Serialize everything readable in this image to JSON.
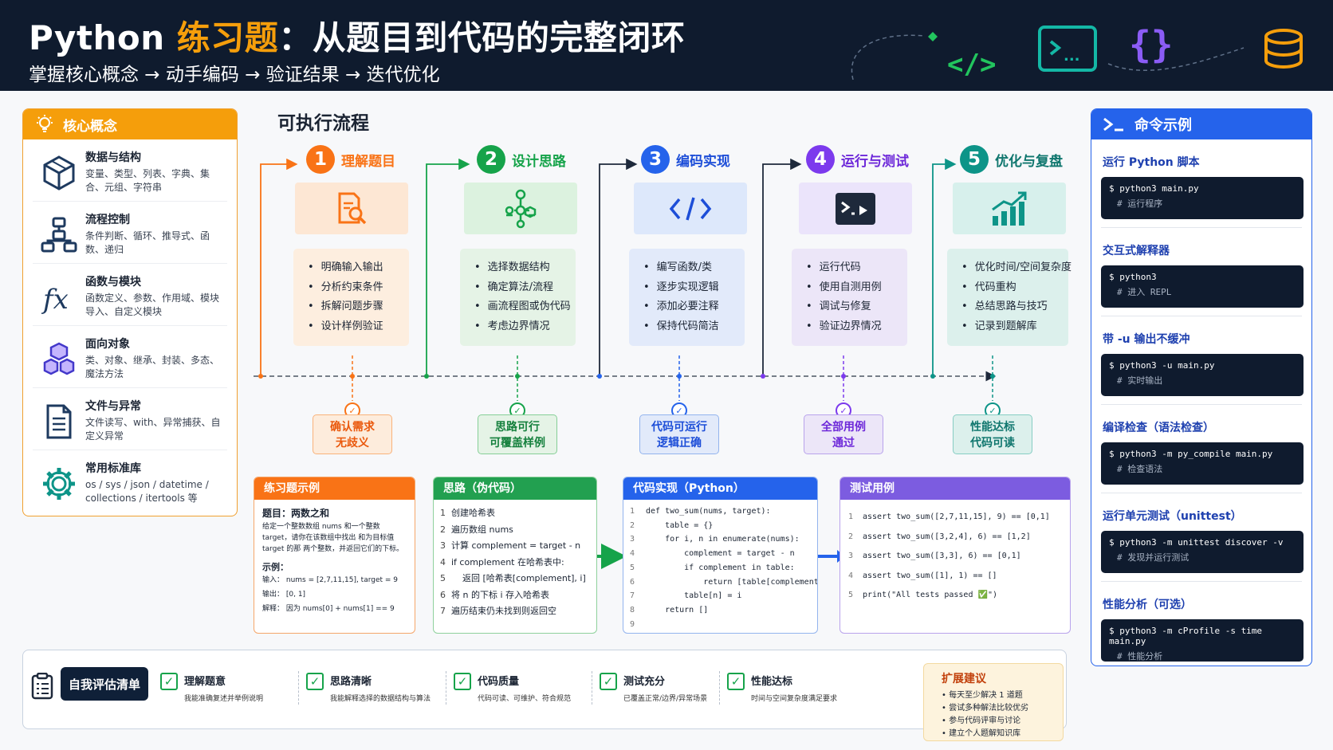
{
  "header": {
    "title_prefix": "Python ",
    "title_accent": "练习题",
    "title_rest": "：从题目到代码的完整闭环",
    "subtitle": "掌握核心概念 → 动手编码 → 验证结果 → 迭代优化"
  },
  "core": {
    "title": "核心概念",
    "items": [
      {
        "title": "数据与结构",
        "desc": "变量、类型、列表、字典、集合、元组、字符串",
        "icon": "cube-icon"
      },
      {
        "title": "流程控制",
        "desc": "条件判断、循环、推导式、函数、递归",
        "icon": "flowchart-icon"
      },
      {
        "title": "函数与模块",
        "desc": "函数定义、参数、作用域、模块导入、自定义模块",
        "icon": "fx-icon"
      },
      {
        "title": "面向对象",
        "desc": "类、对象、继承、封装、多态、魔法方法",
        "icon": "objects-icon"
      },
      {
        "title": "文件与异常",
        "desc": "文件读写、with、异常捕获、自定义异常",
        "icon": "document-icon"
      },
      {
        "title": "常用标准库",
        "desc": "os / sys / json / datetime / collections / itertools 等",
        "icon": "gear-icon"
      }
    ]
  },
  "flow": {
    "title": "可执行流程",
    "steps": [
      {
        "num": "1",
        "title": "理解题目",
        "color": "#f97316",
        "icon": "search-document-icon",
        "bullets": [
          "明确输入输出",
          "分析约束条件",
          "拆解问题步骤",
          "设计样例验证"
        ],
        "check": "确认需求\n无歧义",
        "check_lines": [
          "确认需求",
          "无歧义"
        ]
      },
      {
        "num": "2",
        "title": "设计思路",
        "color": "#16a34a",
        "icon": "structure-icon",
        "bullets": [
          "选择数据结构",
          "确定算法/流程",
          "画流程图或伪代码",
          "考虑边界情况"
        ],
        "check_lines": [
          "思路可行",
          "可覆盖样例"
        ]
      },
      {
        "num": "3",
        "title": "编码实现",
        "color": "#2563eb",
        "icon": "code-icon",
        "bullets": [
          "编写函数/类",
          "逐步实现逻辑",
          "添加必要注释",
          "保持代码简洁"
        ],
        "check_lines": [
          "代码可运行",
          "逻辑正确"
        ]
      },
      {
        "num": "4",
        "title": "运行与测试",
        "color": "#7c3aed",
        "icon": "terminal-icon",
        "bullets": [
          "运行代码",
          "使用自测用例",
          "调试与修复",
          "验证边界情况"
        ],
        "check_lines": [
          "全部用例",
          "通过"
        ]
      },
      {
        "num": "5",
        "title": "优化与复盘",
        "color": "#0d9488",
        "icon": "chart-up-icon",
        "bullets": [
          "优化时间/空间复杂度",
          "代码重构",
          "总结思路与技巧",
          "记录到题解库"
        ],
        "check_lines": [
          "性能达标",
          "代码可读"
        ]
      }
    ]
  },
  "example": {
    "title": "练习题示例",
    "problem_label": "题目：两数之和",
    "problem_desc": "给定一个整数数组 nums 和一个整数 target，请你在该数组中找出 和为目标值 target 的那 两个整数，并返回它们的下标。",
    "example_label": "示例：",
    "input": "输入：  nums = [2,7,11,15], target = 9",
    "output": "输出：  [0, 1]",
    "explain": "解释：  因为 nums[0] + nums[1] == 9"
  },
  "pseudo": {
    "title": "思路（伪代码）",
    "lines": [
      "创建哈希表",
      "遍历数组 nums",
      "计算 complement = target - n",
      "if complement 在哈希表中:",
      "    返回 [哈希表[complement], i]",
      "将 n 的下标 i 存入哈希表",
      "遍历结束仍未找到则返回空"
    ]
  },
  "code": {
    "title": "代码实现（Python）",
    "lines": [
      "def two_sum(nums, target):",
      "    table = {}",
      "    for i, n in enumerate(nums):",
      "        complement = target - n",
      "        if complement in table:",
      "            return [table[complement], i]",
      "        table[n] = i",
      "    return []",
      ""
    ]
  },
  "tests": {
    "title": "测试用例",
    "lines": [
      "assert two_sum([2,7,11,15], 9) == [0,1]",
      "assert two_sum([3,2,4], 6) == [1,2]",
      "assert two_sum([3,3], 6) == [0,1]",
      "assert two_sum([1], 1) == []",
      "print(\"All tests passed ✅\")"
    ],
    "numbers": [
      "1",
      "2",
      "3",
      "4",
      "5"
    ]
  },
  "checklist": {
    "button": "自我评估清单",
    "items": [
      {
        "title": "理解题意",
        "desc": "我能准确复述并举例说明"
      },
      {
        "title": "思路清晰",
        "desc": "我能解释选择的数据结构与算法"
      },
      {
        "title": "代码质量",
        "desc": "代码可读、可维护、符合规范"
      },
      {
        "title": "测试充分",
        "desc": "已覆盖正常/边界/异常场景"
      },
      {
        "title": "性能达标",
        "desc": "时间与空间复杂度满足要求"
      }
    ]
  },
  "extension": {
    "title": "扩展建议",
    "items": [
      "• 每天至少解决 1 道题",
      "• 尝试多种解法比较优劣",
      "• 参与代码评审与讨论",
      "• 建立个人题解知识库"
    ]
  },
  "commands": {
    "title": "命令示例",
    "items": [
      {
        "title": "运行 Python 脚本",
        "cmd": "$ python3 main.py",
        "comment": "# 运行程序"
      },
      {
        "title": "交互式解释器",
        "cmd": "$ python3",
        "comment": "# 进入 REPL"
      },
      {
        "title": "带 -u 输出不缓冲",
        "cmd": "$ python3 -u main.py",
        "comment": "# 实时输出"
      },
      {
        "title": "编译检查（语法检查）",
        "cmd": "$ python3 -m py_compile main.py",
        "comment": "# 检查语法"
      },
      {
        "title": "运行单元测试（unittest）",
        "cmd": "$ python3 -m unittest discover -v",
        "comment": "# 发现并运行测试"
      },
      {
        "title": "性能分析（可选）",
        "cmd": "$ python3 -m cProfile -s time main.py",
        "comment": "# 性能分析"
      }
    ]
  },
  "colors": {
    "orange": "#f59e0b",
    "green": "#16a34a",
    "blue": "#2563eb",
    "purple": "#7c3aed",
    "teal": "#0d9488",
    "navy": "#0f1b2e"
  }
}
